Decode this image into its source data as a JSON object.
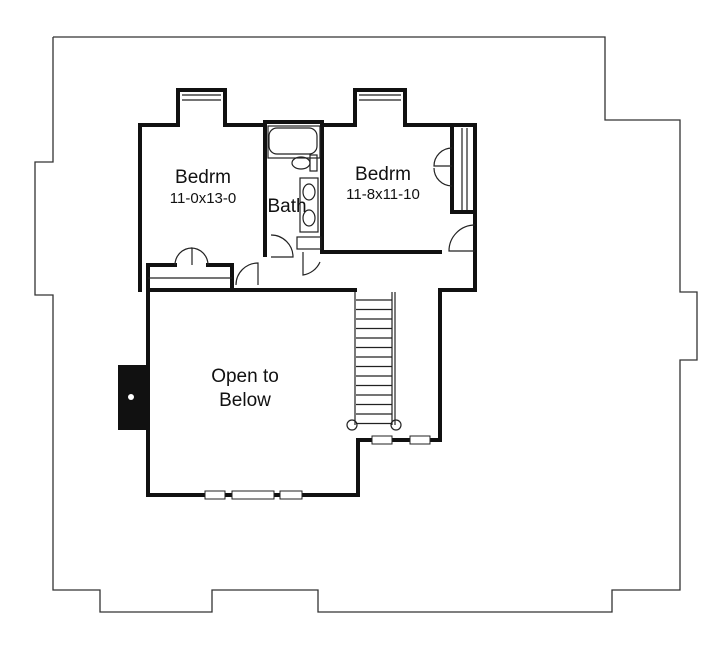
{
  "rooms": [
    {
      "name": "Bedrm",
      "size": "11-0x13-0"
    },
    {
      "name": "Bedrm",
      "size": "11-8x11-10"
    },
    {
      "name": "Bath"
    },
    {
      "name": "Open to Below"
    }
  ],
  "open_lines": [
    "Open to",
    "Below"
  ],
  "colors": {
    "lines": "#111111",
    "background": "#ffffff"
  }
}
